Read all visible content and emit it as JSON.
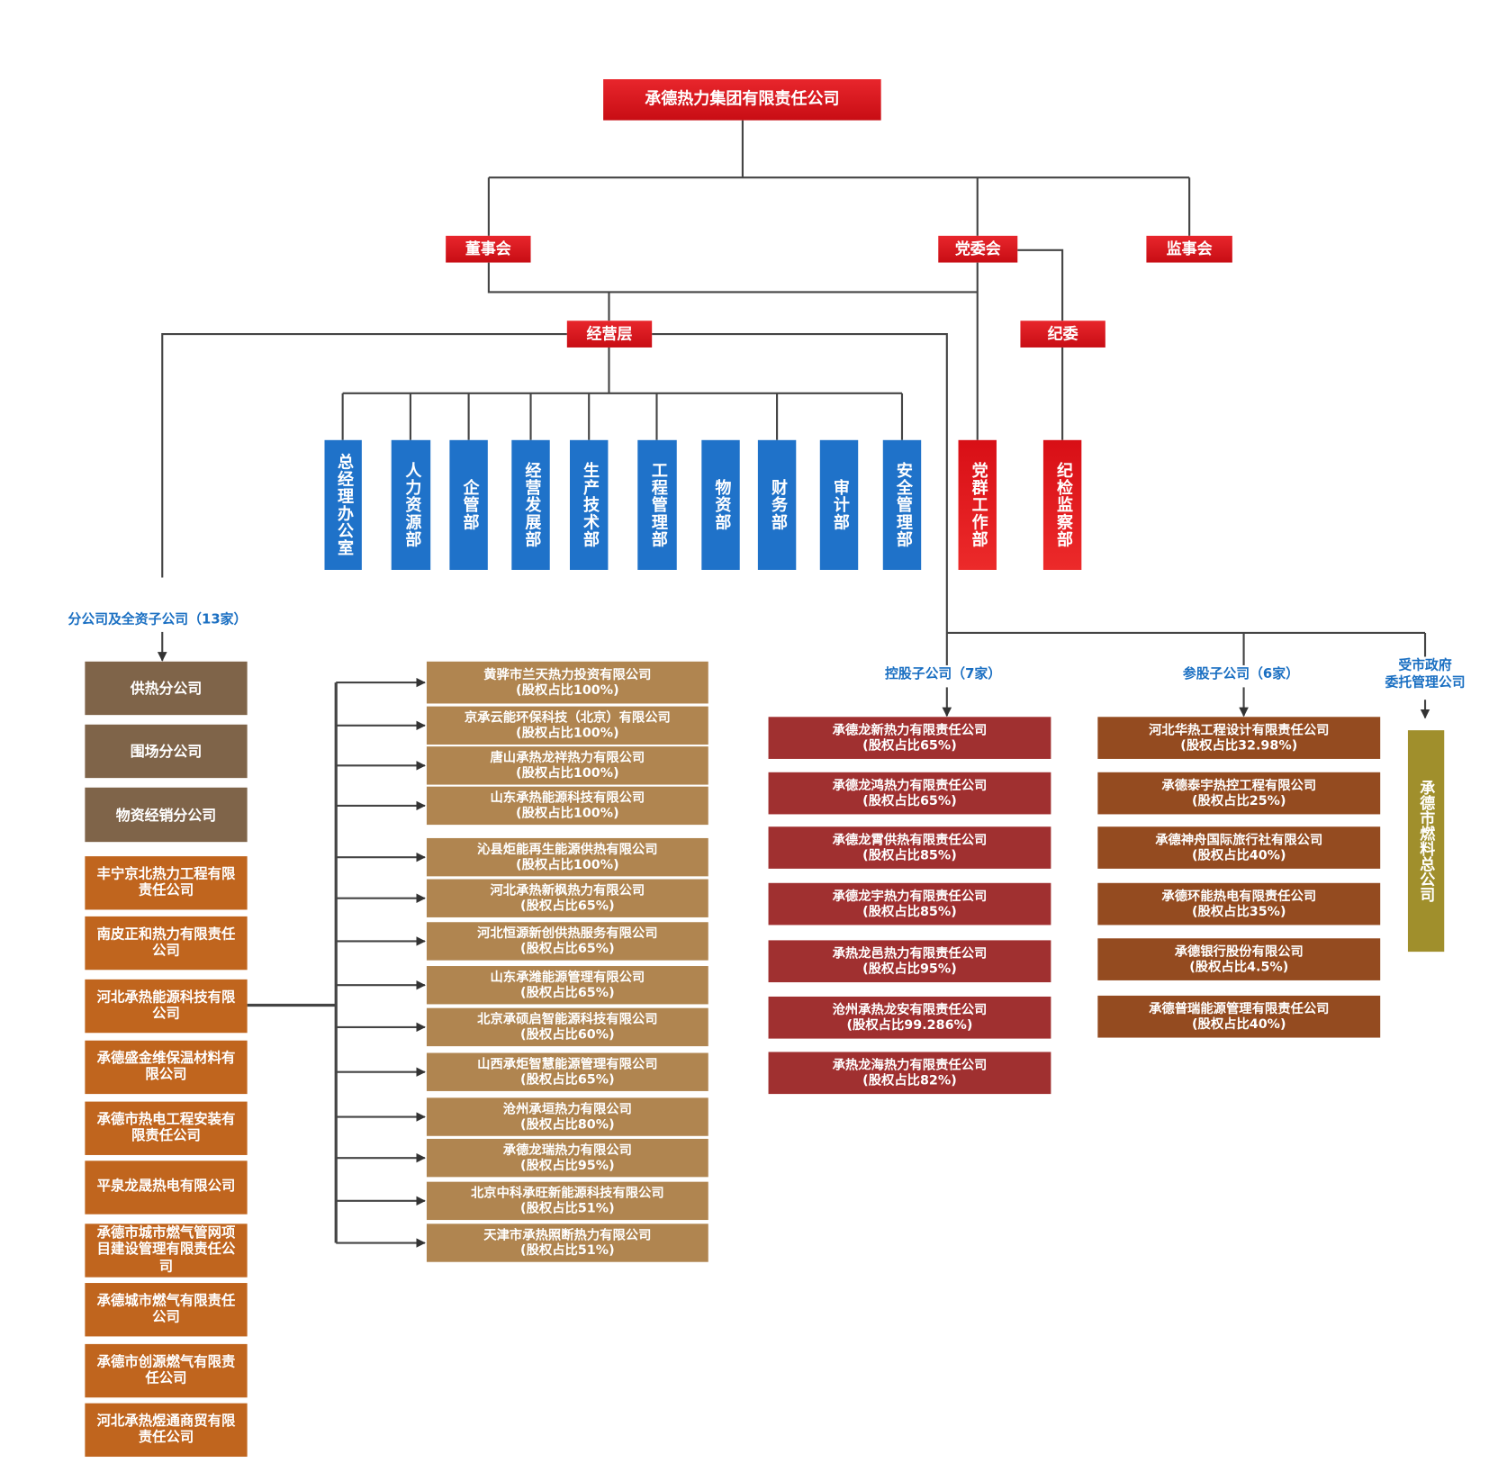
{
  "root": "承德热力集团有限责任公司",
  "level2": {
    "board": "董事会",
    "party": "党委会",
    "supervisors": "监事会"
  },
  "level3": {
    "management": "经营层",
    "discipline": "纪委"
  },
  "departments": [
    "总经理办公室",
    "人力资源部",
    "企管部",
    "经营发展部",
    "生产技术部",
    "工程管理部",
    "物资部",
    "财务部",
    "审计部",
    "安全管理部"
  ],
  "party_departments": [
    "党群工作部",
    "纪检监察部"
  ],
  "groups": {
    "branches": "分公司及全资子公司（13家）",
    "holding": "控股子公司（7家）",
    "participating": "参股子公司（6家）",
    "entrusted": "受市政府\n委托管理公司"
  },
  "branches": [
    "供热分公司",
    "围场分公司",
    "物资经销分公司"
  ],
  "wholly_owned": [
    "丰宁京北热力工程有限责任公司",
    "南皮正和热力有限责任公司",
    "河北承热能源科技有限公司",
    "承德盛金维保温材料有限公司",
    "承德市热电工程安装有限责任公司",
    "平泉龙晟热电有限公司",
    "承德市城市燃气管网项目建设管理有限责任公司",
    "承德城市燃气有限责任公司",
    "承德市创源燃气有限责任公司",
    "河北承热煜通商贸有限责任公司"
  ],
  "energy_tech_subsidiaries": [
    {
      "name": "黄骅市兰天热力投资有限公司",
      "share": "(股权占比100%)"
    },
    {
      "name": "京承云能环保科技（北京）有限公司",
      "share": "(股权占比100%)"
    },
    {
      "name": "唐山承热龙祥热力有限公司",
      "share": "(股权占比100%)"
    },
    {
      "name": "山东承热能源科技有限公司",
      "share": "(股权占比100%)"
    },
    {
      "name": "沁县炬能再生能源供热有限公司",
      "share": "(股权占比100%)"
    },
    {
      "name": "河北承热新枫热力有限公司",
      "share": "(股权占比65%)"
    },
    {
      "name": "河北恒源新创供热服务有限公司",
      "share": "(股权占比65%)"
    },
    {
      "name": "山东承潍能源管理有限公司",
      "share": "(股权占比65%)"
    },
    {
      "name": "北京承硕启智能源科技有限公司",
      "share": "(股权占比60%)"
    },
    {
      "name": "山西承炬智慧能源管理有限公司",
      "share": "(股权占比65%)"
    },
    {
      "name": "沧州承垣热力有限公司",
      "share": "(股权占比80%)"
    },
    {
      "name": "承德龙瑞热力有限公司",
      "share": "(股权占比95%)"
    },
    {
      "name": "北京中科承旺新能源科技有限公司",
      "share": "(股权占比51%)"
    },
    {
      "name": "天津市承热照断热力有限公司",
      "share": "(股权占比51%)"
    }
  ],
  "holding_companies": [
    {
      "name": "承德龙新热力有限责任公司",
      "share": "(股权占比65%)"
    },
    {
      "name": "承德龙鸿热力有限责任公司",
      "share": "(股权占比65%)"
    },
    {
      "name": "承德龙霄供热有限责任公司",
      "share": "(股权占比85%)"
    },
    {
      "name": "承德龙宇热力有限责任公司",
      "share": "(股权占比85%)"
    },
    {
      "name": "承热龙邑热力有限责任公司",
      "share": "(股权占比95%)"
    },
    {
      "name": "沧州承热龙安有限责任公司",
      "share": "(股权占比99.286%)"
    },
    {
      "name": "承热龙海热力有限责任公司",
      "share": "(股权占比82%)"
    }
  ],
  "participating_companies": [
    {
      "name": "河北华热工程设计有限责任公司",
      "share": "(股权占比32.98%)"
    },
    {
      "name": "承德泰宇热控工程有限公司",
      "share": "(股权占比25%)"
    },
    {
      "name": "承德神舟国际旅行社有限公司",
      "share": "(股权占比40%)"
    },
    {
      "name": "承德环能热电有限责任公司",
      "share": "(股权占比35%)"
    },
    {
      "name": "承德银行股份有限公司",
      "share": "(股权占比4.5%)"
    },
    {
      "name": "承德普瑞能源管理有限责任公司",
      "share": "(股权占比40%)"
    }
  ],
  "entrusted_company": "承德市燃料总公司",
  "colors": {
    "red": "#e0141c",
    "blue": "#1f72c9",
    "branch": "#7f6449",
    "orange": "#c0651e",
    "tan": "#b08550",
    "holding": "#a03030",
    "participating": "#944b20",
    "olive": "#a08f2c",
    "label": "#1a6fc2"
  }
}
